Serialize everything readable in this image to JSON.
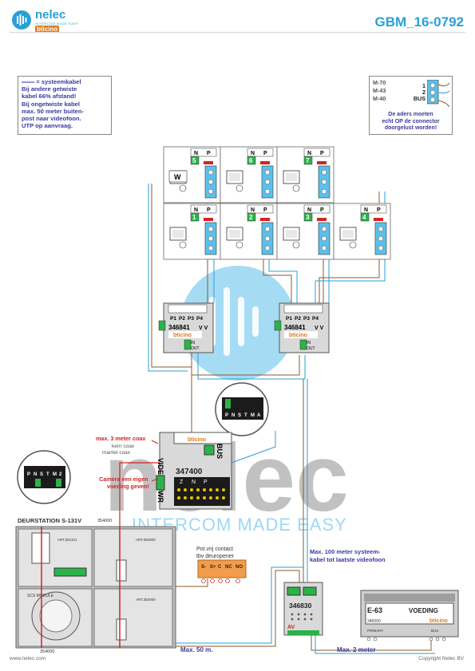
{
  "brand": {
    "name": "nelec",
    "tagline": "INTERCOM MADE EASY",
    "sub": "bticino"
  },
  "doc_title": "GBM_16-0792",
  "note": {
    "lines": [
      "═══ = systeemkabel",
      "Bij andere getwiste",
      "kabel 66% afstand!",
      "Bij ongetwiste kabel",
      "max. 50 meter buiten-",
      "post naar videofoon.",
      "UTP op aanvraag."
    ]
  },
  "legend": {
    "models": [
      "M-70",
      "M-43",
      "M-40"
    ],
    "terms": [
      "1",
      "2",
      "BUS"
    ],
    "caption": [
      "De aders moeten",
      "echt OP de connector",
      "doorgelust worden!"
    ]
  },
  "units": {
    "top_row": [
      {
        "n": "5"
      },
      {
        "n": "6"
      },
      {
        "n": "7"
      }
    ],
    "bottom_row": [
      {
        "n": "1"
      },
      {
        "n": "2"
      },
      {
        "n": "3"
      },
      {
        "n": "4"
      }
    ],
    "np": [
      "N",
      "P"
    ],
    "w_label": "W"
  },
  "distributors": [
    {
      "code": "346841",
      "ports": [
        "P1",
        "P2",
        "P3",
        "P4"
      ],
      "vv": "V V",
      "in": "IN",
      "out": "OUT"
    },
    {
      "code": "346841",
      "ports": [
        "P1",
        "P2",
        "P3",
        "P4"
      ],
      "vv": "V V",
      "in": "IN",
      "out": "OUT"
    }
  ],
  "module_347400": {
    "code": "347400",
    "video": "VIDEO",
    "pwr": "PWR",
    "bus": "BUS",
    "zn": [
      "Z",
      "N",
      "P"
    ]
  },
  "callout_top": {
    "labels": [
      "P",
      "N",
      "S",
      "T",
      "M",
      "A"
    ],
    "one": "1"
  },
  "callout_left": {
    "labels": [
      "P",
      "N",
      "S",
      "T",
      "M",
      "2"
    ]
  },
  "annot": {
    "coax": [
      "max. 3 meter coax",
      "kern coax",
      "mantel coax"
    ],
    "camera": [
      "Camera een eigen",
      "voeding geven!"
    ]
  },
  "deurstation": {
    "title": "DEURSTATION S-131V",
    "code_top": "354000",
    "code_bottom": "354000",
    "art1": "ART.351101",
    "art2": "ART.352000",
    "art3": "ART.352000",
    "module": "SCS MODULE"
  },
  "contact": {
    "title": [
      "Pot.vrij contact",
      "tbv deuropener"
    ],
    "terms": [
      "S-",
      "S+",
      "C",
      "NC",
      "NO"
    ]
  },
  "max_cable": [
    "Max. 100 meter systeem-",
    "kabel tot laatste videofoon"
  ],
  "unit_346830": {
    "code": "346830",
    "av": "AV"
  },
  "voeding": {
    "model": "E-63",
    "label": "VOEDING",
    "code": "346000",
    "primary": "PRIMARY",
    "bus": "BUS"
  },
  "distances": {
    "d50": "Max. 50 m.",
    "d2": "Max. 2 meter"
  },
  "footer": {
    "left": "www.nelec.com",
    "right": "Copyright Nelec BV"
  },
  "colors": {
    "accent": "#2a9fd6",
    "red": "#d32424",
    "green": "#2bb34a",
    "brown": "#8b5a2b",
    "orange": "#f39c4a"
  }
}
